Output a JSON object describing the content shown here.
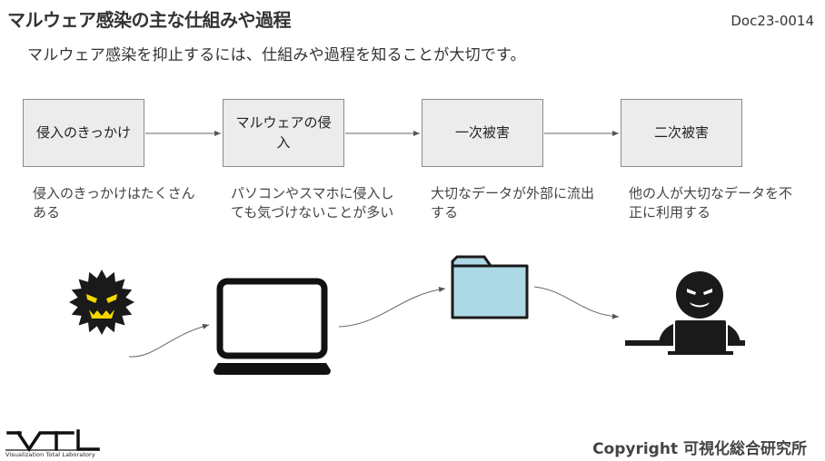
{
  "header": {
    "title": "マルウェア感染の主な仕組みや過程",
    "doc_id": "Doc23-0014",
    "subtitle": "マルウェア感染を抑止するには、仕組みや過程を知ることが大切です。"
  },
  "steps": [
    {
      "label": "侵入のきっかけ",
      "desc": "侵入のきっかけはたくさんある"
    },
    {
      "label": "マルウェアの侵入",
      "desc": "パソコンやスマホに侵入しても気づけないことが多い"
    },
    {
      "label": "一次被害",
      "desc": "大切なデータが外部に流出する"
    },
    {
      "label": "二次被害",
      "desc": "他の人が大切なデータを不正に利用する"
    }
  ],
  "icons": [
    "malware-virus-icon",
    "laptop-icon",
    "folder-icon",
    "hacker-icon"
  ],
  "colors": {
    "box_fill": "#ececec",
    "box_border": "#8a8a8a",
    "folder_fill": "#add8e6",
    "icon_dark": "#1a1a1a",
    "virus_eyes": "#f5d800"
  },
  "footer": {
    "copyright": "Copyright 可視化総合研究所",
    "logo_text": "VTL",
    "logo_caption": "Visualization Total Laboratory"
  }
}
